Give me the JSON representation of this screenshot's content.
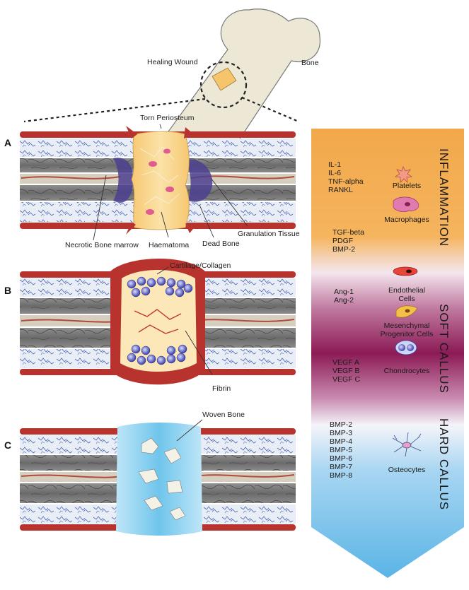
{
  "top": {
    "healing_wound": "Healing Wound",
    "bone": "Bone",
    "torn_periosteum": "Torn Periosteum"
  },
  "panels": [
    {
      "letter": "A",
      "labels": {
        "necrotic": "Necrotic Bone marrow",
        "haematoma": "Haematoma",
        "dead_bone": "Dead Bone",
        "granulation": "Granulation Tissue"
      }
    },
    {
      "letter": "B",
      "labels": {
        "cartilage": "Cartilage/Collagen",
        "fibrin": "Fibrin"
      }
    },
    {
      "letter": "C",
      "labels": {
        "woven": "Woven Bone"
      }
    }
  ],
  "arrow": {
    "colors": {
      "inflammation": "#f2a84a",
      "soft_callus": "#8c1a55",
      "hard_callus": "#5ab4e6"
    },
    "stages": [
      {
        "name": "INFLAMMATION"
      },
      {
        "name": "SOFT CALLUS"
      },
      {
        "name": "HARD CALLUS"
      }
    ],
    "molecule_groups": [
      [
        "IL-1",
        "IL-6",
        "TNF-alpha",
        "RANKL"
      ],
      [
        "TGF-beta",
        "PDGF",
        "BMP-2"
      ],
      [
        "Ang-1",
        "Ang-2"
      ],
      [
        "VEGF A",
        "VEGF B",
        "VEGF C"
      ],
      [
        "BMP-2",
        "BMP-3",
        "BMP-4",
        "BMP-5",
        "BMP-6",
        "BMP-7",
        "BMP-8"
      ]
    ],
    "cells": [
      {
        "icon": "platelet-icon",
        "lines": [
          "Platelets"
        ]
      },
      {
        "icon": "macrophage-icon",
        "lines": [
          "Macrophages"
        ]
      },
      {
        "icon": "endothelial-cell-icon",
        "lines": [
          "Endothelial",
          "Cells"
        ]
      },
      {
        "icon": "mesenchymal-cell-icon",
        "lines": [
          "Mesenchymal",
          "Progenitor Cells"
        ]
      },
      {
        "icon": "chondrocyte-icon",
        "lines": [
          "Chondrocytes"
        ]
      },
      {
        "icon": "osteocyte-icon",
        "lines": [
          "Osteocytes"
        ]
      }
    ]
  }
}
